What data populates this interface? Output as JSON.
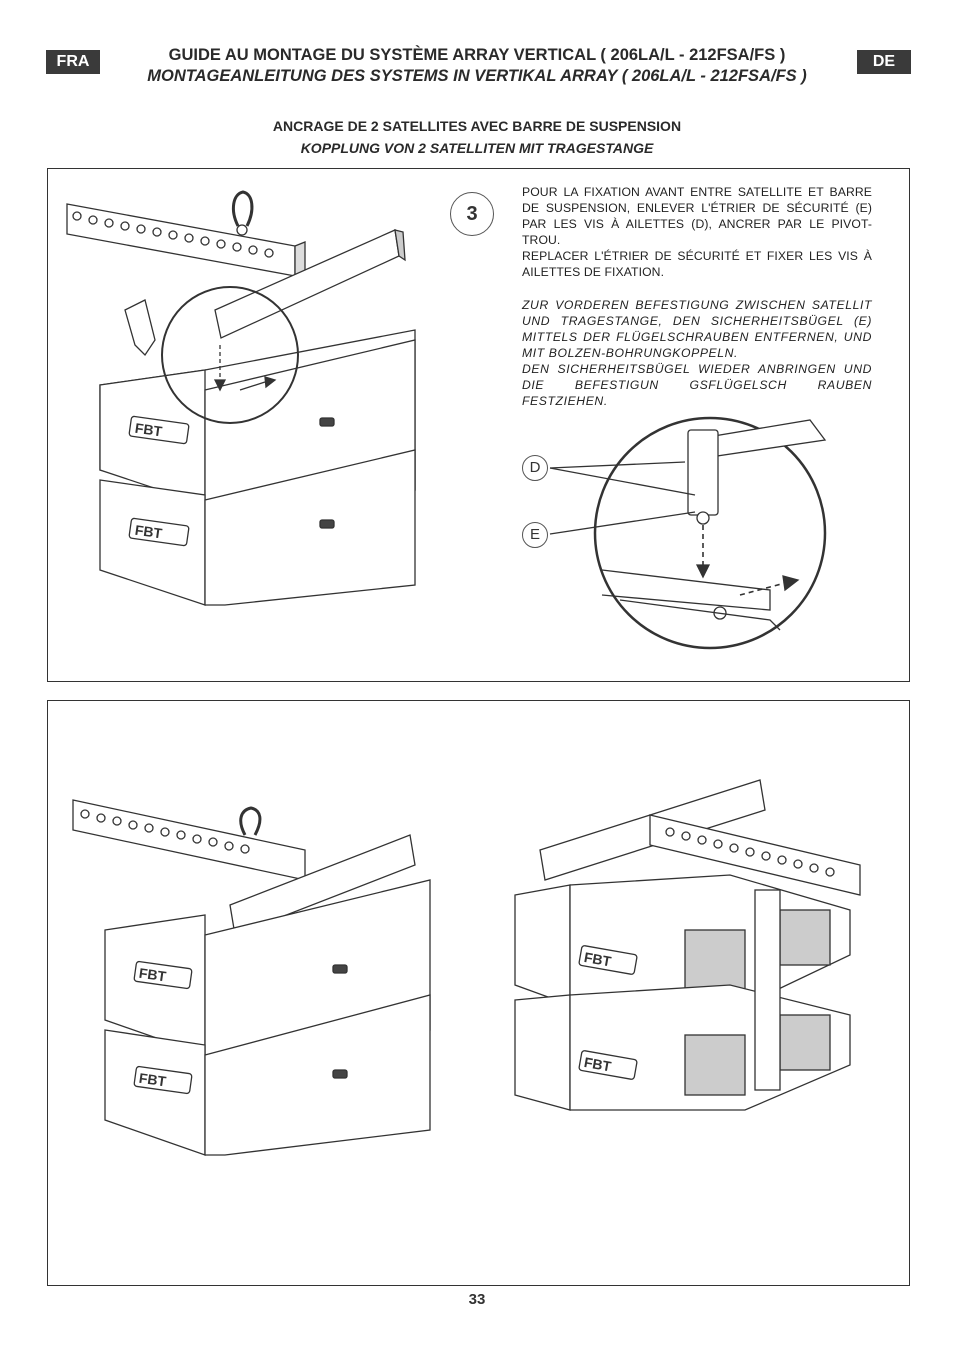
{
  "header": {
    "lang_left": "FRA",
    "lang_right": "DE",
    "title_fr": "GUIDE AU MONTAGE DU SYSTÈME ARRAY VERTICAL ( 206LA/L - 212FSA/FS )",
    "title_de": "MONTAGEANLEITUNG DES SYSTEMS IN VERTIKAL ARRAY ( 206LA/L - 212FSA/FS )",
    "subtitle_fr": "ANCRAGE DE 2 SATELLITES AVEC BARRE DE SUSPENSION",
    "subtitle_de": "KOPPLUNG VON 2 SATELLITEN MIT TRAGESTANGE"
  },
  "step": {
    "number": "3",
    "text_fr_1": "POUR LA FIXATION AVANT ENTRE SATELLITE ET BARRE DE SUSPENSION, ENLEVER L'ÉTRIER DE SÉCURITÉ (E) PAR LES VIS À AILETTES (D), ANCRER PAR LE PIVOT-TROU.",
    "text_fr_2": "REPLACER L'ÉTRIER DE SÉCURITÉ ET FIXER LES VIS À AILETTES DE FIXATION.",
    "text_de_1": "ZUR VORDEREN BEFESTIGUNG ZWISCHEN SATELLIT UND TRAGESTANGE, DEN SICHERHEITSBÜGEL (E) MITTELS DER FLÜGELSCHRAUBEN ENTFERNEN, UND MIT BOLZEN-BOHRUNGKOPPELN.",
    "text_de_2": "DEN SICHERHEITSBÜGEL WIEDER ANBRINGEN UND DIE BEFESTIGUN GSFLÜGELSCH RAUBEN FESTZIEHEN.",
    "label_d": "D",
    "label_e": "E"
  },
  "brand": "FBT",
  "page_number": "33"
}
